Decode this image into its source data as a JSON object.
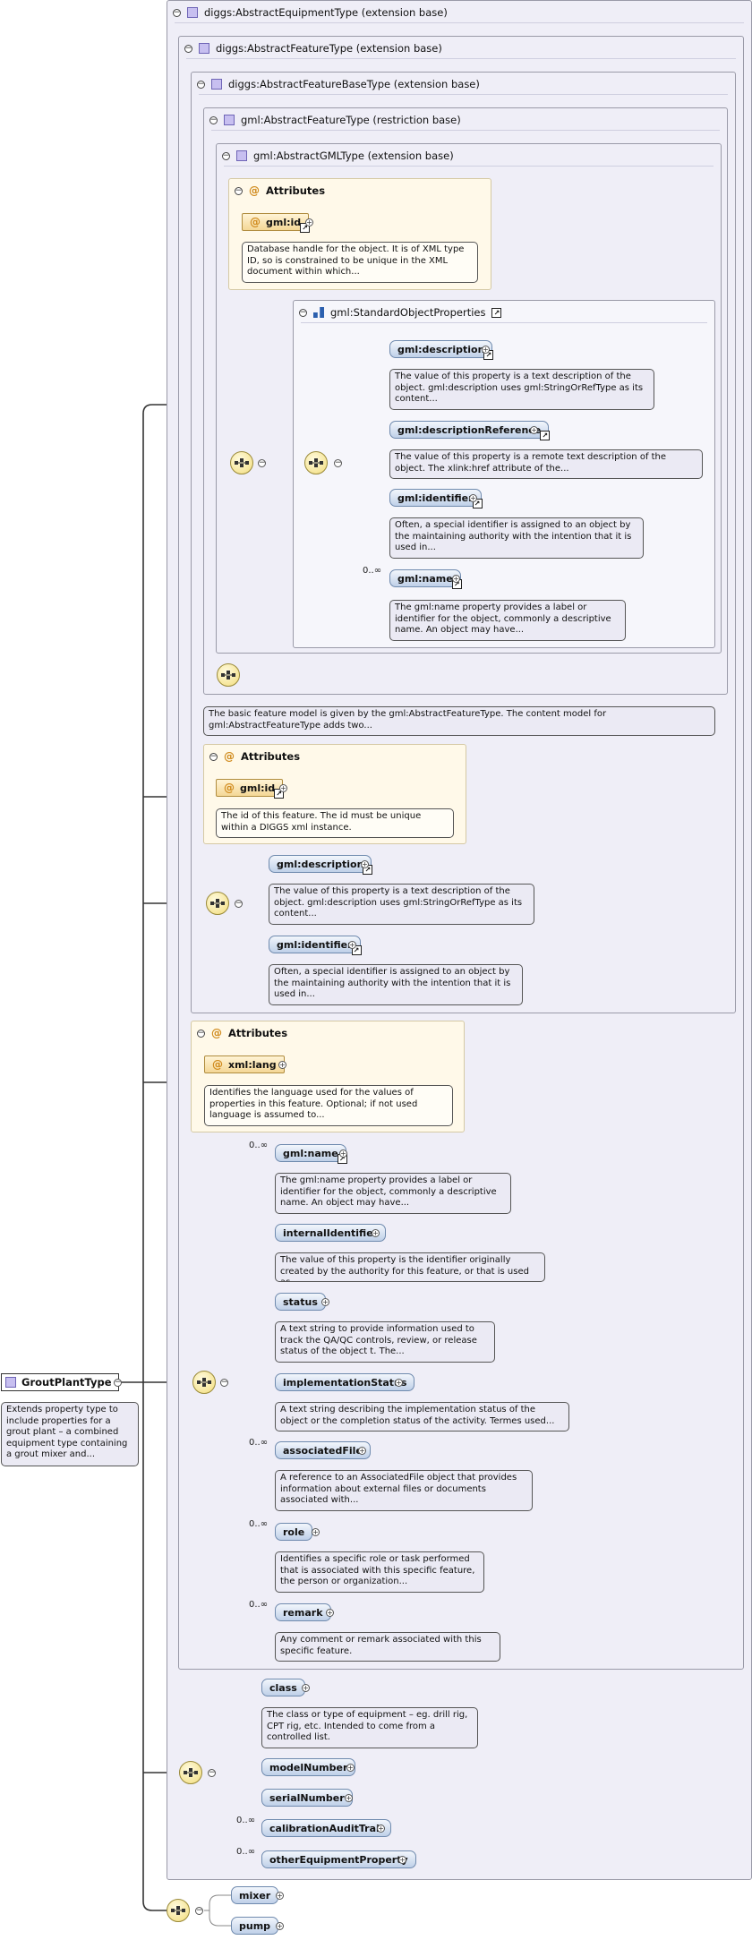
{
  "icons": {
    "expanded": "collapse-minus-icon",
    "expand": "expand-plus-icon",
    "complex_type": "complex-type-icon",
    "group": "model-group-icon",
    "sequence": "sequence-compositor-icon",
    "reference": "reference-arrow-icon"
  },
  "colors": {
    "type_box": "#efeef7",
    "attribute_box": "#fff9e9",
    "element_pill": "#bfd0e8",
    "attribute_pill": "#f4d796",
    "sequence": "#f2dc7a"
  },
  "root": {
    "label": "GroutPlantType",
    "doc": "Extends property type to include properties for a grout plant – a combined equipment type containing a grout mixer and..."
  },
  "bases": {
    "equipment": "diggs:AbstractEquipmentType (extension base)",
    "feature": "diggs:AbstractFeatureType (extension base)",
    "feature_base": "diggs:AbstractFeatureBaseType (extension base)",
    "gml_feature": "gml:AbstractFeatureType (restriction base)",
    "gml_type": "gml:AbstractGMLType (extension base)"
  },
  "attributes_label": "Attributes",
  "gml_type_attrs": {
    "id_label": "gml:id",
    "id_doc": "Database handle for the object. It is of XML type ID, so is constrained to be unique in the XML document within which..."
  },
  "standard_props": {
    "label": "gml:StandardObjectProperties",
    "items": [
      {
        "label": "gml:description",
        "card": "",
        "doc": "The value of this property is a text description of the object. gml:description uses gml:StringOrRefType as its content..."
      },
      {
        "label": "gml:descriptionReference",
        "card": "",
        "doc": "The value of this property is a remote text description of the object. The xlink:href attribute of the..."
      },
      {
        "label": "gml:identifier",
        "card": "",
        "doc": "Often, a special identifier is assigned to an object by the maintaining authority with the intention that it is used in..."
      },
      {
        "label": "gml:name",
        "card": "0..∞",
        "doc": "The gml:name property provides a label or identifier for the object, commonly a descriptive name. An object may have..."
      }
    ]
  },
  "gml_feature_doc": "The basic feature model is given by the gml:AbstractFeatureType. The content model for gml:AbstractFeatureType adds two...",
  "feature_base_attrs": {
    "id_label": "gml:id",
    "id_doc": "The id of this feature. The id must be unique within a DIGGS xml instance."
  },
  "feature_base_seq": [
    {
      "label": "gml:description",
      "doc": "The value of this property is a text description of the object. gml:description uses gml:StringOrRefType as its content..."
    },
    {
      "label": "gml:identifier",
      "doc": "Often, a special identifier is assigned to an object by the maintaining authority with the intention that it is used in..."
    }
  ],
  "feature_attrs": {
    "lang_label": "xml:lang",
    "lang_doc": "Identifies the language used for the values of properties in this feature. Optional; if not used language is assumed to..."
  },
  "feature_seq": [
    {
      "label": "gml:name",
      "card": "0..∞",
      "doc": "The gml:name property provides a label or identifier for the object, commonly a descriptive name. An object may have..."
    },
    {
      "label": "internalIdentifier",
      "card": "",
      "doc": "The value of this property is the identifier originally created by the authority for this feature, or that is used as..."
    },
    {
      "label": "status",
      "card": "",
      "doc": "A text string to provide information used to track the QA/QC controls, review, or release status of the object t. The..."
    },
    {
      "label": "implementationStatus",
      "card": "",
      "doc": "A text string describing the implementation status of the object or the completion status of the activity. Termes used..."
    },
    {
      "label": "associatedFile",
      "card": "0..∞",
      "doc": "A reference to an AssociatedFile object that provides information about external files or documents associated with..."
    },
    {
      "label": "role",
      "card": "0..∞",
      "doc": "Identifies a specific role or task performed that is associated with this specific feature, the person or organization..."
    },
    {
      "label": "remark",
      "card": "0..∞",
      "doc": "Any comment or remark associated with this specific feature."
    }
  ],
  "equipment_seq": [
    {
      "label": "class",
      "card": "",
      "doc": "The class or type of equipment – eg. drill rig, CPT rig, etc. Intended to come from a controlled list."
    },
    {
      "label": "modelNumber",
      "card": "",
      "doc": ""
    },
    {
      "label": "serialNumber",
      "card": "",
      "doc": ""
    },
    {
      "label": "calibrationAuditTrail",
      "card": "0..∞",
      "doc": ""
    },
    {
      "label": "otherEquipmentProperty",
      "card": "0..∞",
      "doc": ""
    }
  ],
  "grout_seq": [
    {
      "label": "mixer"
    },
    {
      "label": "pump"
    }
  ]
}
